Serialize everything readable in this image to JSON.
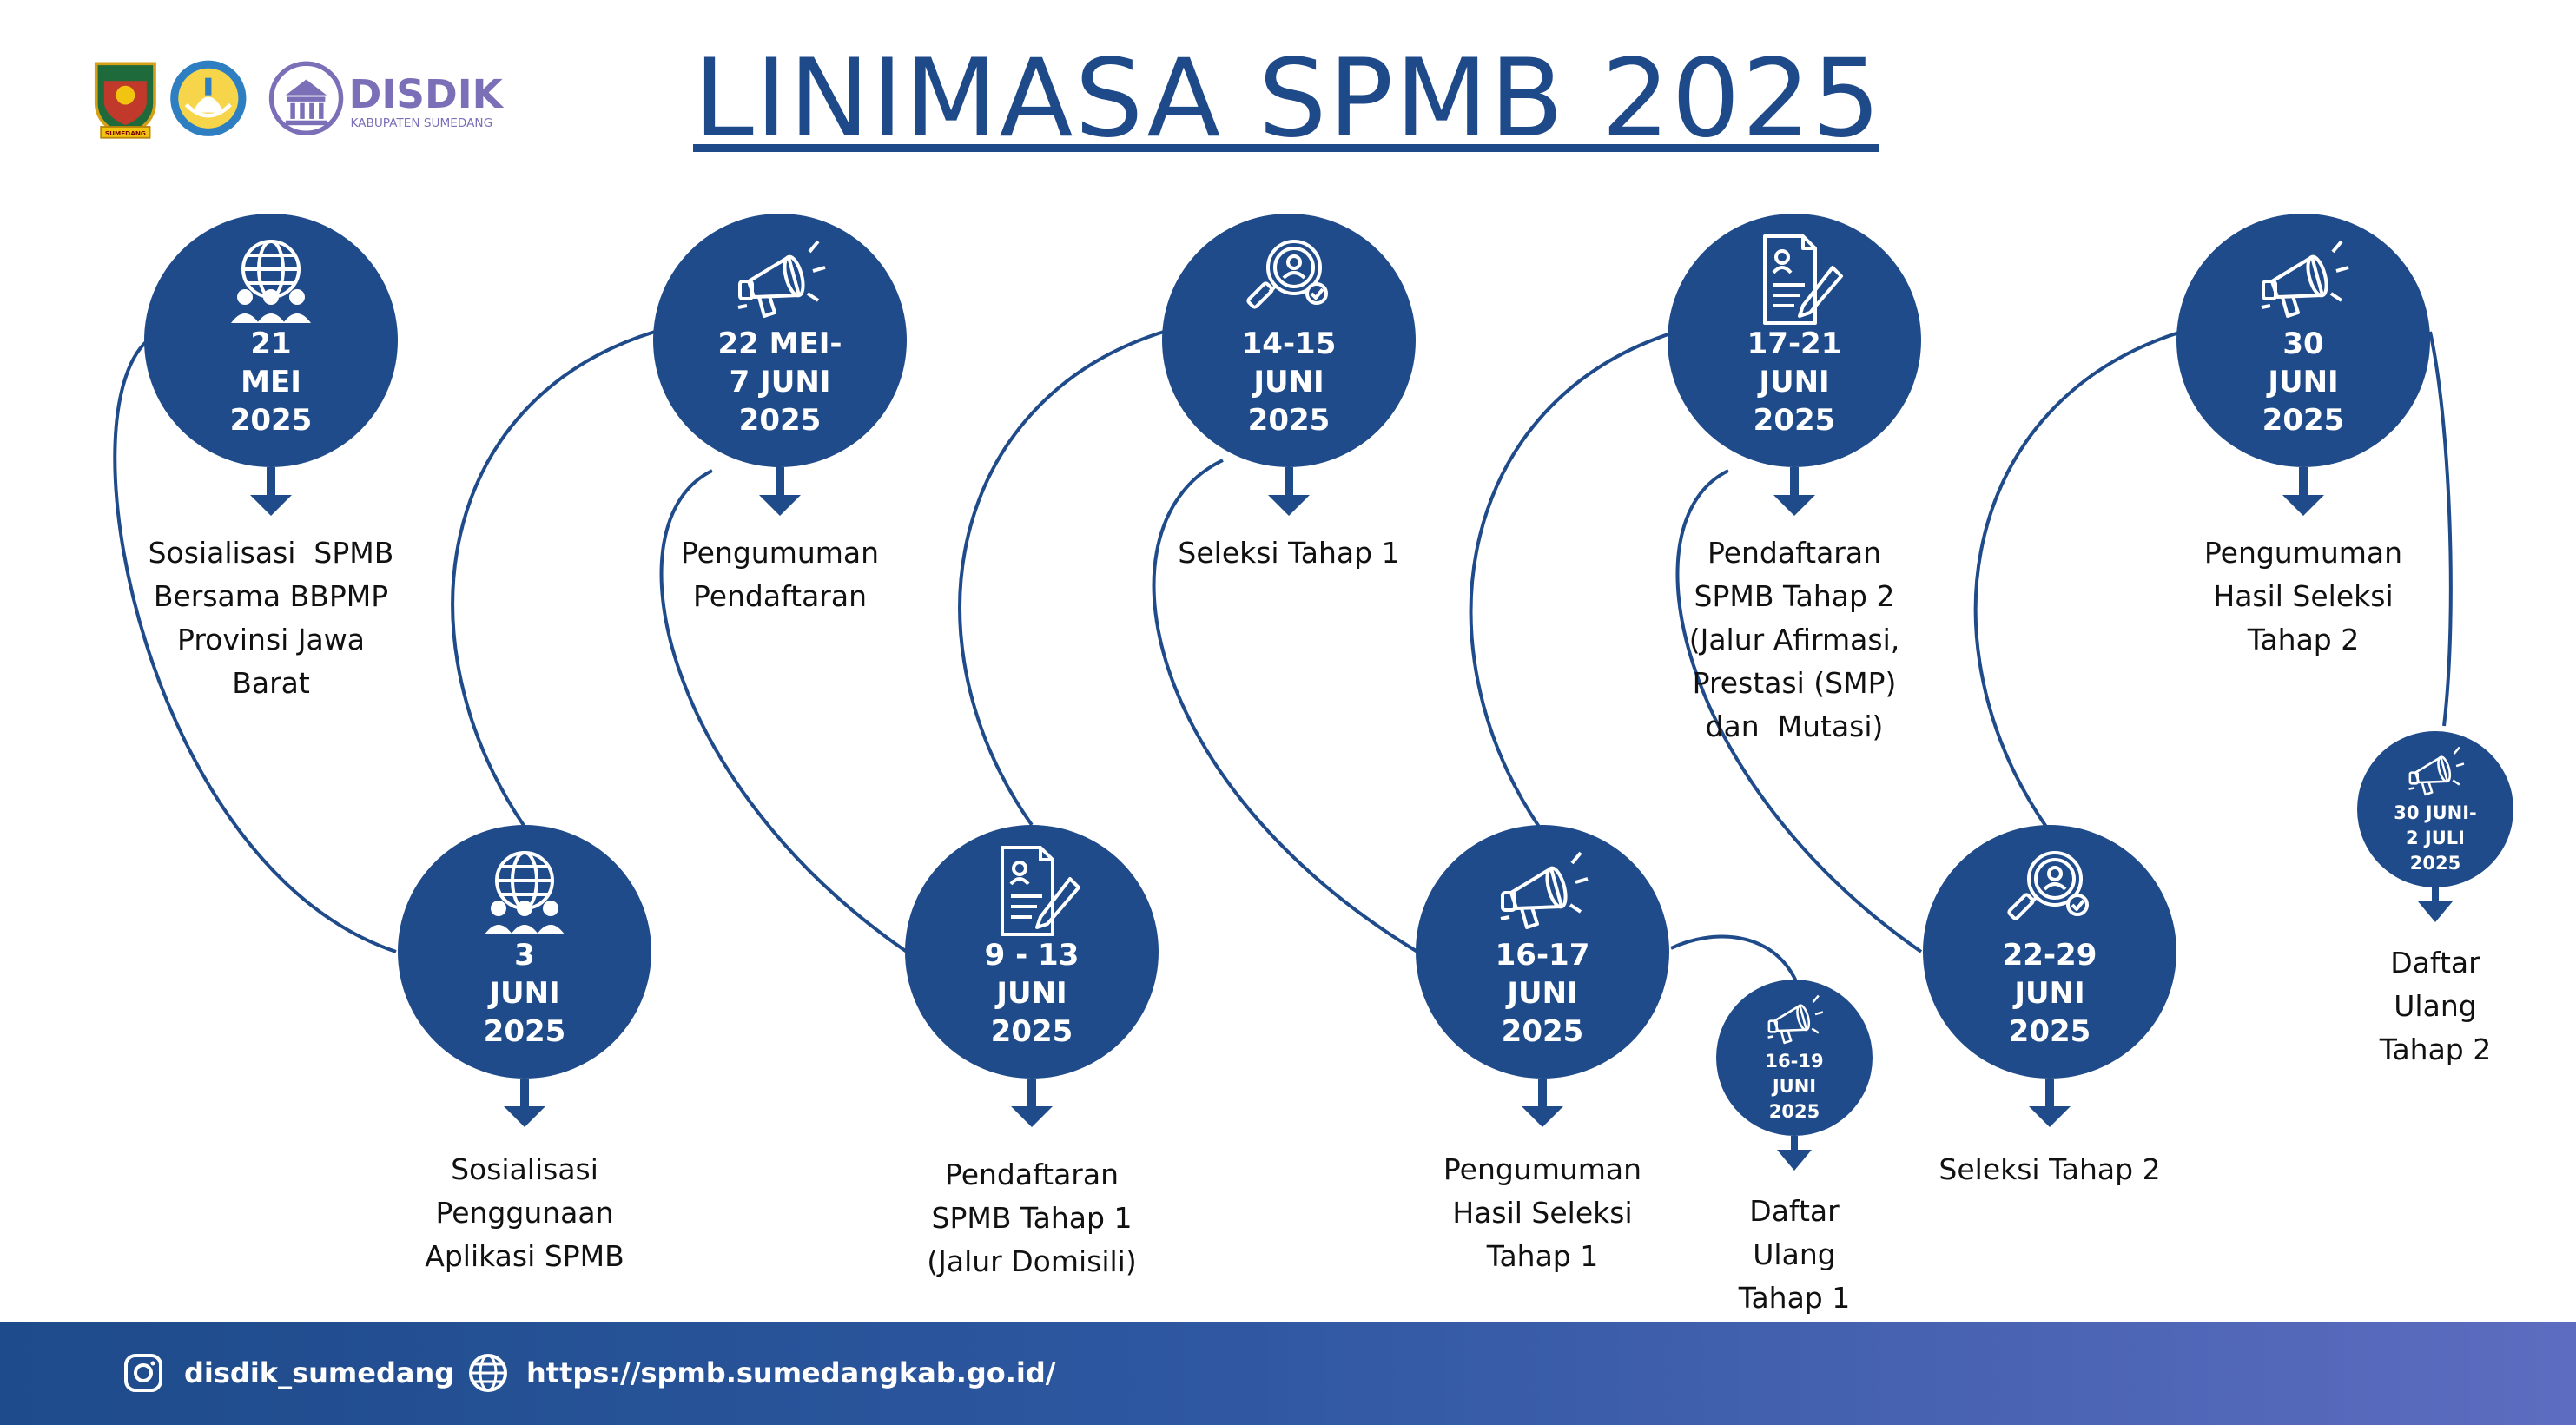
{
  "header": {
    "title": "LINIMASA SPMB 2025",
    "logo_text": "DISDIK",
    "logo_subtext": "KABUPATEN SUMEDANG",
    "emblem_ribbon": "SUMEDANG"
  },
  "events": [
    {
      "date": "21\nMEI\n2025",
      "icon": "globe-people-icon",
      "description": "Sosialisasi  SPMB\nBersama BBPMP\nProvinsi Jawa\nBarat"
    },
    {
      "date": "3\nJUNI\n2025",
      "icon": "globe-people-icon",
      "description": "Sosialisasi\nPenggunaan\nAplikasi SPMB"
    },
    {
      "date": "22 MEI-\n7 JUNI\n2025",
      "icon": "megaphone-icon",
      "description": "Pengumuman\nPendaftaran"
    },
    {
      "date": "9 - 13\nJUNI\n2025",
      "icon": "form-pencil-icon",
      "description": "Pendaftaran\nSPMB Tahap 1\n(Jalur Domisili)"
    },
    {
      "date": "14-15\nJUNI\n2025",
      "icon": "magnifier-profile-icon",
      "description": "Seleksi Tahap 1"
    },
    {
      "date": "16-17\nJUNI\n2025",
      "icon": "megaphone-icon",
      "description": "Pengumuman\nHasil Seleksi\nTahap 1"
    },
    {
      "date": "16-19\nJUNI\n2025",
      "icon": "megaphone-icon",
      "description": "Daftar\nUlang\nTahap 1"
    },
    {
      "date": "17-21\nJUNI\n2025",
      "icon": "form-pencil-icon",
      "description": "Pendaftaran\nSPMB Tahap 2\n(Jalur Afirmasi,\nPrestasi (SMP)\ndan  Mutasi)"
    },
    {
      "date": "22-29\nJUNI\n2025",
      "icon": "magnifier-profile-icon",
      "description": "Seleksi Tahap 2"
    },
    {
      "date": "30\nJUNI\n2025",
      "icon": "megaphone-icon",
      "description": "Pengumuman\nHasil Seleksi\nTahap 2"
    },
    {
      "date": "30 JUNI-\n2 JULI\n2025",
      "icon": "megaphone-icon",
      "description": "Daftar\nUlang\nTahap 2"
    }
  ],
  "footer": {
    "instagram": "disdik_sumedang",
    "website": "https://spmb.sumedangkab.go.id/",
    "instagram_icon": "instagram-icon",
    "website_icon": "globe-icon"
  },
  "colors": {
    "primary": "#1f4b8a",
    "footer_end": "#5d6cc0",
    "logo_purple": "#7b6fb8"
  }
}
